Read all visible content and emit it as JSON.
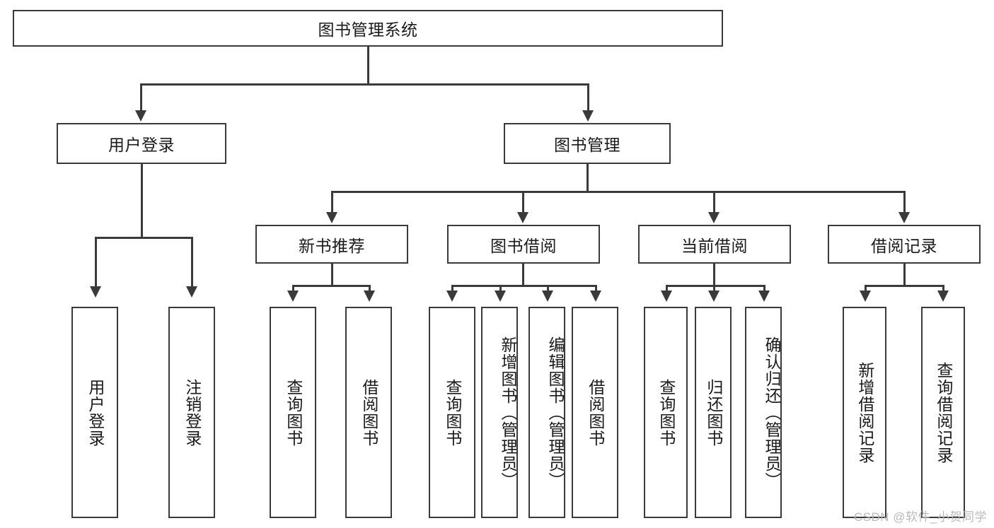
{
  "diagram": {
    "type": "tree-hierarchy-chart",
    "title": "图书管理系统",
    "line_color": "#3a3a3a",
    "box_fill": "#ffffff",
    "background": "#ffffff",
    "watermark": "CSDN @软件_小贺同学",
    "nodes": {
      "root": {
        "label": "图书管理系统",
        "level": 1
      },
      "l2": [
        {
          "id": "user-login",
          "label": "用户登录",
          "level": 2
        },
        {
          "id": "book-manage",
          "label": "图书管理",
          "level": 2
        }
      ],
      "l3": [
        {
          "id": "new-book-recommend",
          "label": "新书推荐",
          "level": 3,
          "parent": "book-manage"
        },
        {
          "id": "book-borrow",
          "label": "图书借阅",
          "level": 3,
          "parent": "book-manage"
        },
        {
          "id": "current-borrow",
          "label": "当前借阅",
          "level": 3,
          "parent": "book-manage"
        },
        {
          "id": "borrow-record",
          "label": "借阅记录",
          "level": 3,
          "parent": "book-manage"
        }
      ],
      "leaves": [
        {
          "id": "leaf-user-login",
          "label": "用户登录",
          "parent": "user-login"
        },
        {
          "id": "leaf-logout",
          "label": "注销登录",
          "parent": "user-login"
        },
        {
          "id": "leaf-query-book-1",
          "label": "查询图书",
          "parent": "new-book-recommend"
        },
        {
          "id": "leaf-borrow-book-1",
          "label": "借阅图书",
          "parent": "new-book-recommend"
        },
        {
          "id": "leaf-query-book-2",
          "label": "查询图书",
          "parent": "book-borrow"
        },
        {
          "id": "leaf-add-book",
          "label": "新增图书（管理员）",
          "parent": "book-borrow"
        },
        {
          "id": "leaf-edit-book",
          "label": "编辑图书（管理员）",
          "parent": "book-borrow"
        },
        {
          "id": "leaf-borrow-book-2",
          "label": "借阅图书",
          "parent": "book-borrow"
        },
        {
          "id": "leaf-query-book-3",
          "label": "查询图书",
          "parent": "current-borrow"
        },
        {
          "id": "leaf-return-book",
          "label": "归还图书",
          "parent": "current-borrow"
        },
        {
          "id": "leaf-confirm-return",
          "label": "确认归还（管理员）",
          "parent": "current-borrow"
        },
        {
          "id": "leaf-add-record",
          "label": "新增借阅记录",
          "parent": "borrow-record"
        },
        {
          "id": "leaf-query-record",
          "label": "查询借阅记录",
          "parent": "borrow-record"
        }
      ]
    }
  }
}
